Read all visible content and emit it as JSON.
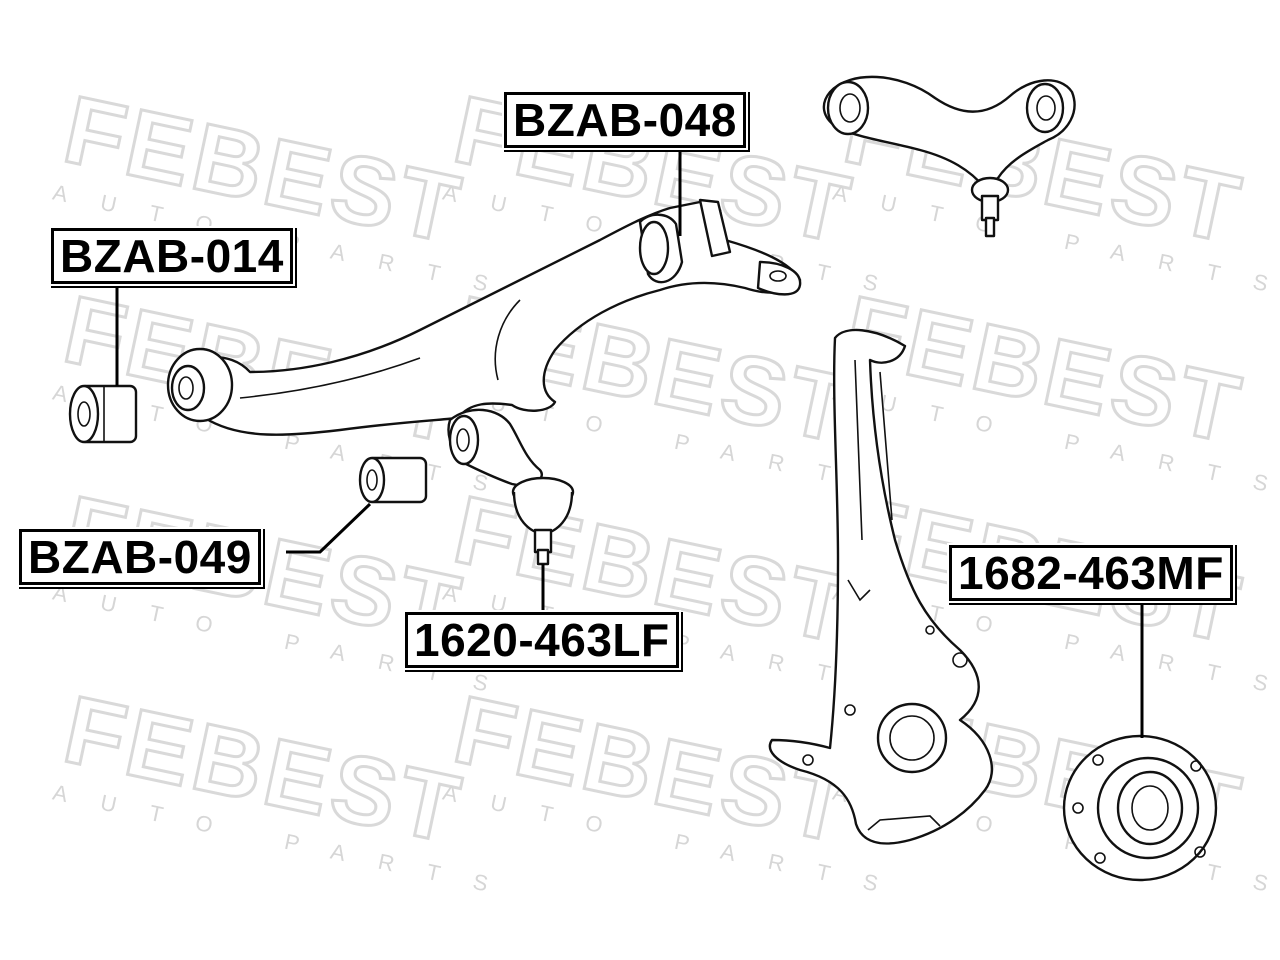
{
  "watermark": {
    "brand": "FEBEST",
    "subtitle": "AUTO PARTS"
  },
  "labels": {
    "bzab_048": "BZAB-048",
    "bzab_014": "BZAB-014",
    "bzab_049": "BZAB-049",
    "p1620_463lf": "1620-463LF",
    "p1682_463mf": "1682-463MF"
  }
}
